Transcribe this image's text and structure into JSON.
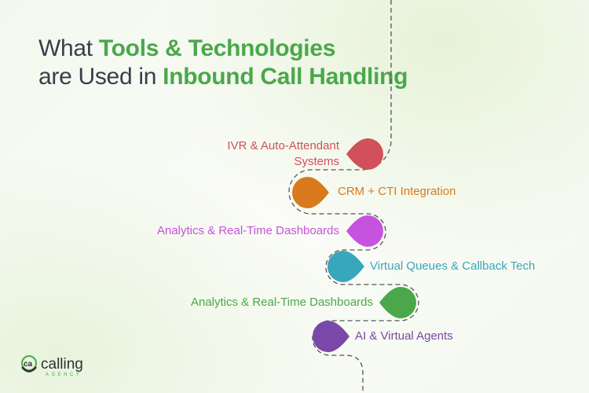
{
  "title": {
    "part1": "What ",
    "hl1": "Tools & Technologies",
    "part2": "are Used in ",
    "hl2": "Inbound Call Handling"
  },
  "items": [
    {
      "label": "IVR & Auto-Attendant Systems",
      "color": "#d1505b"
    },
    {
      "label": "CRM + CTI Integration",
      "color": "#d97a1c"
    },
    {
      "label": "Analytics & Real-Time Dashboards",
      "color": "#c653df"
    },
    {
      "label": "Virtual Queues & Callback Tech",
      "color": "#38a7bb"
    },
    {
      "label": "Analytics & Real-Time Dashboards",
      "color": "#4aa84a"
    },
    {
      "label": "AI & Virtual Agents",
      "color": "#7a48a8"
    }
  ],
  "logo": {
    "text": "calling",
    "sub": "AGENCY",
    "mark": "ca"
  }
}
